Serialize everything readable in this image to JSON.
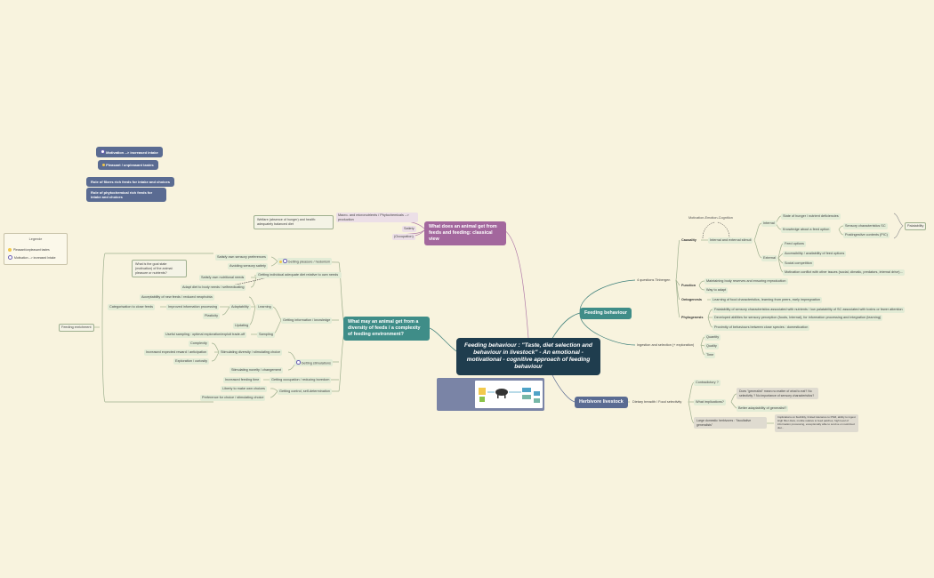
{
  "central_topic": "Feeding behaviour : \"Taste, diet selection and behaviour in livestock\" - An emotional - motivational - cognitive approach of feeding behaviour",
  "legend": {
    "title": "Legende",
    "items": [
      {
        "label": "Pleasant/unpleasant tastes",
        "color": "#f2c94c"
      },
      {
        "label": "Motivation --> increased Intake",
        "color": "#6b5fb5"
      }
    ]
  },
  "floating_tags": {
    "motivation": "Motivation --> increased intake",
    "pleasant": "Pleasant / unpleasant tastes",
    "fibres": "Role of fibers rich feeds for intake and choices",
    "phyto": "Role of phytochemical rich feeds for intake and choices"
  },
  "classical": {
    "title": "What does an animal get from feeds and feeding: classical view",
    "welfare": "Welfare (absence of hunger) and health: adequately balanced diet",
    "macro": "Macro- and micronutrients / Phytochemicals --> production",
    "satiety": "Satiety",
    "occupation": "(Occupation)"
  },
  "diversity": {
    "title": "What may an animal get from a diversity of feeds / a complexity of feeding environment?",
    "feeding_enrichment": "Feeding enrichment",
    "goal_state": "What is the goal state (motivation) of the animal: pleasure or nutrients?",
    "getting_pleasure": "Getting pleasure / hedonism",
    "satisfy_sensory": "Satisfy own sensory preferences",
    "avoid_aversive": "Avoiding sensory satiety",
    "satisfy_nutri": "Satisfy own nutritional needs",
    "getting_diet": "Getting individual adequate diet relative to own needs",
    "adapt_diet": "Adapt diet to body needs / selfmedicating",
    "getting_info": "Getting information / knowledge",
    "learning": "Learning",
    "acceptability": "Acceptability of new feeds / reduced neophobia",
    "adaptability": "Adaptability",
    "improved_processing": "Improved information processing",
    "categorisation": "Categorisation to close feeds",
    "plasticity": "Plasticity",
    "updating": "Updating",
    "sampling": "Sampling",
    "useful_sampling": "Useful sampling : optimal exploration/exploit trade-off",
    "getting_stim": "Getting stimulations",
    "complexity": "Complexity",
    "stim_diversity": "Stimulating diversity / stimulating choice",
    "increased_reward": "Increased expected reward / anticipation",
    "exploration": "Exploration / curiosity",
    "stim_novelty": "Stimulating novelty / changement",
    "increased_time": "Increased feeding time",
    "getting_occupation": "Getting occupation / reducing boredom",
    "liberty": "Liberty to make own choices",
    "getting_control": "Getting control, self-determination",
    "preference_choice": "Preference for choice / stimulating choice"
  },
  "feeding_behaviour": {
    "title": "Feeding behaviour",
    "tinbergen": "4 questions Tinbergen",
    "causality": "Causality",
    "motivation_label": "Motivation-Emotion-Cognition",
    "internal_external": "Internal and external stimuli",
    "internal": "Internal",
    "state_hunger": "State of hunger / nutrient deficiencies",
    "knowledge": "Knowledge about a feed option",
    "sensory_sc": "Sensory characteristics SC",
    "postingestive": "Postingestive contents (PIC)",
    "palatability": "Palatability",
    "external": "External",
    "feed_options": "Feed options",
    "accessibility": "Accessibility / availability of feed options",
    "social": "Social competition",
    "conflict": "Motivation conflict with other issues (social, climatic, predators, internal drive)...",
    "function": "Function",
    "maintain": "Maintaining body reserves and ensuring reproduction",
    "adapt": "Way to adapt",
    "ontogenesis": "Ontogenesis",
    "learning_food": "Learning of food characteristics, learning from peers, early impregnation",
    "phylogenesis": "Phylogenesis",
    "pal_sensory": "Palatability of sensory characteristics associated with nutrients / low palatability of SC associated with toxins or fewer attention",
    "developed": "Developed abilities for sensory perception (foods, Internal), for information processing and integration (learning)",
    "proximity": "Proximity of behaviours between close species : domestication",
    "ingestion": "Ingestion and selection (+ exploration)",
    "quantity": "Quantity",
    "quality": "Quality",
    "time": "Time"
  },
  "herbivore": {
    "title": "Herbivore livestock",
    "dietary_breadth": "Dietary breadth / Food selectivity",
    "contradictory": "Contradictory ?",
    "what_implications": "What implications?",
    "generalist": "Does \"generalist\" mean no matter of what to eat? No selectivity ? No importance of sensory characteristics?",
    "better_adapt": "Better adaptability of generalist?",
    "large_herbivores": "Large domestic herbivores : \"facultative generalists\"",
    "flexibility": "Implications on flexibility, limited tolerance to PSM, ability to ingest High fiber diets, mobile relative to feed patches, high level of information processing, exceptionally able to survive on restricted diet..."
  }
}
